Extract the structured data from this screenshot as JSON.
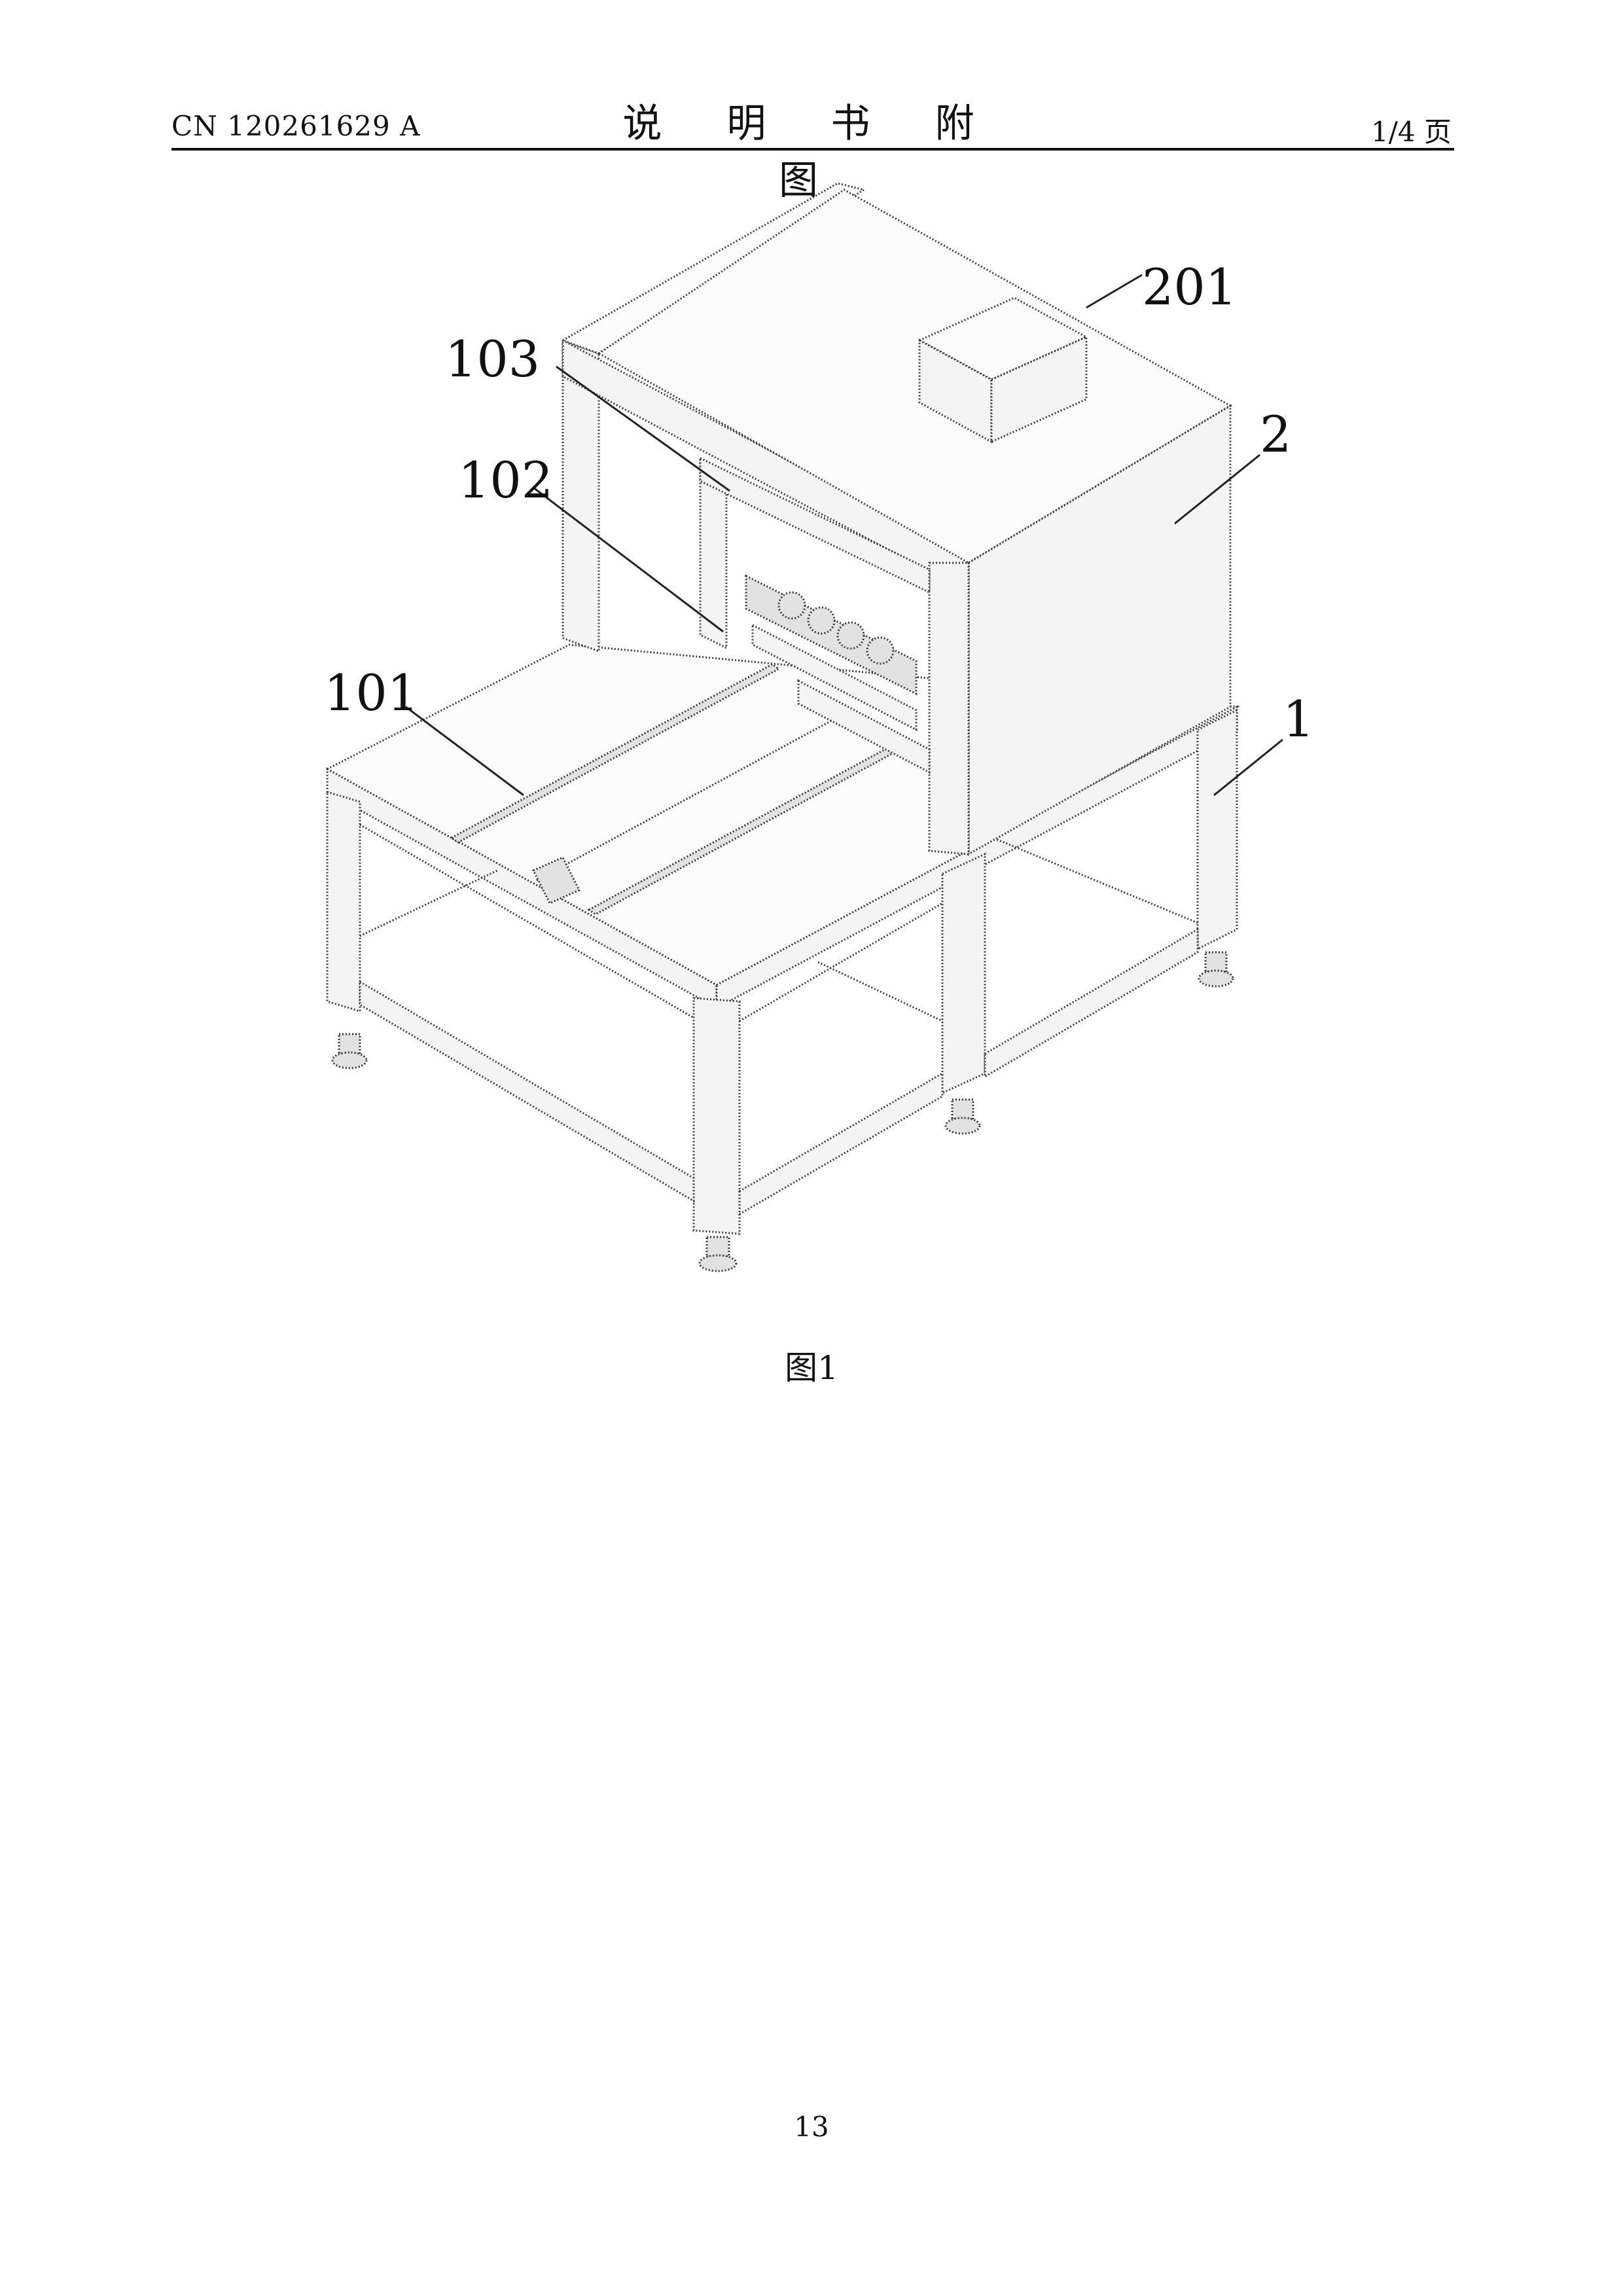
{
  "header": {
    "pub_number": "CN 120261629 A",
    "title": "说 明 书 附 图",
    "page_of": "1/4 页"
  },
  "figure": {
    "caption": "图1",
    "labels": {
      "l201": "201",
      "l103": "103",
      "l102": "102",
      "l101": "101",
      "l2": "2",
      "l1": "1"
    }
  },
  "footer": {
    "page_number": "13"
  }
}
